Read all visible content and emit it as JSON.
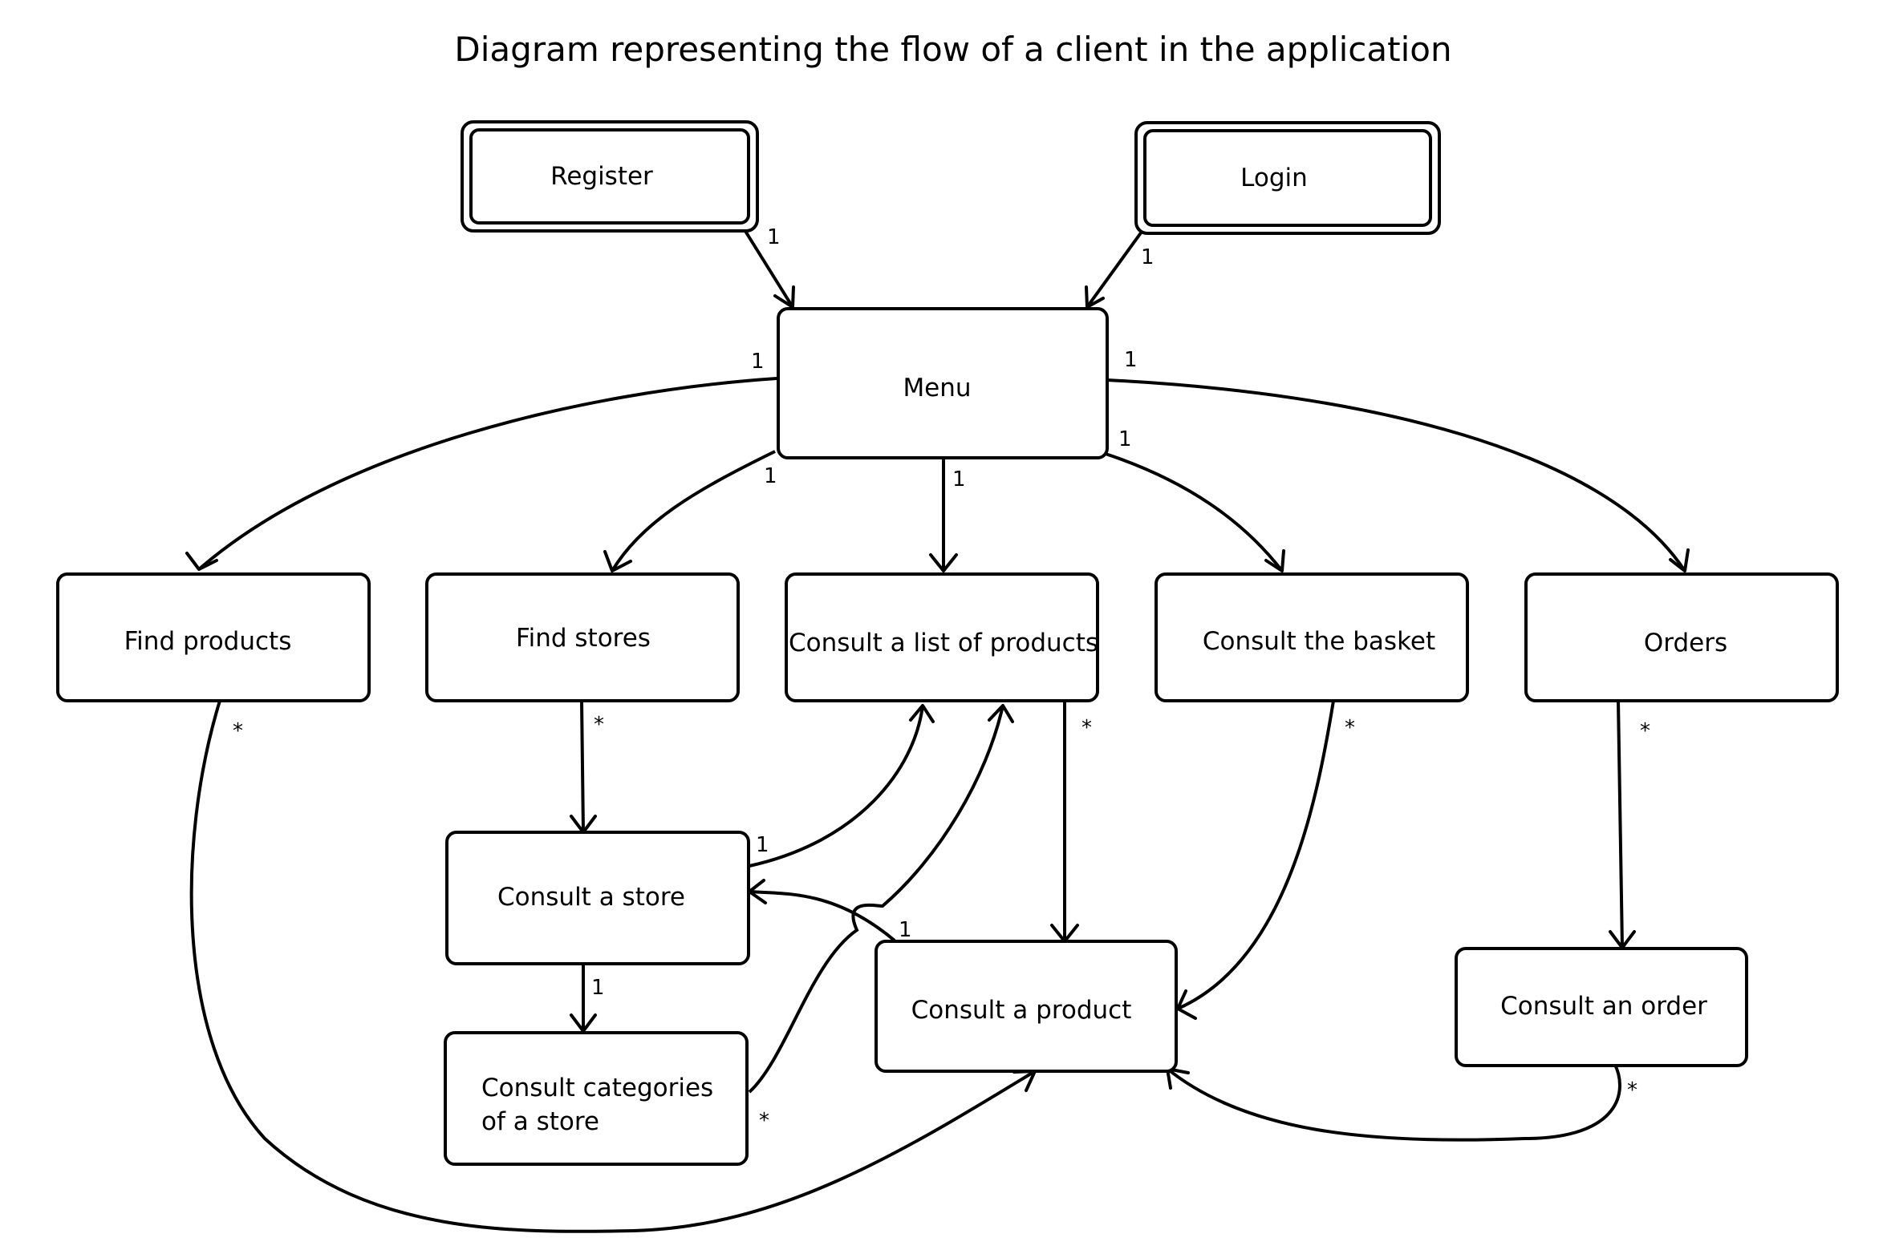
{
  "title": "Diagram representing the flow of a client in the application",
  "nodes": {
    "register": "Register",
    "login": "Login",
    "menu": "Menu",
    "find_products": "Find products",
    "find_stores": "Find stores",
    "consult_list": "Consult a list of products",
    "consult_basket": "Consult the basket",
    "orders": "Orders",
    "consult_store": "Consult a store",
    "consult_categories_line1": "Consult categories",
    "consult_categories_line2": "of a store",
    "consult_product": "Consult a product",
    "consult_order": "Consult an order"
  },
  "multiplicities": {
    "one": "1",
    "many": "*"
  }
}
